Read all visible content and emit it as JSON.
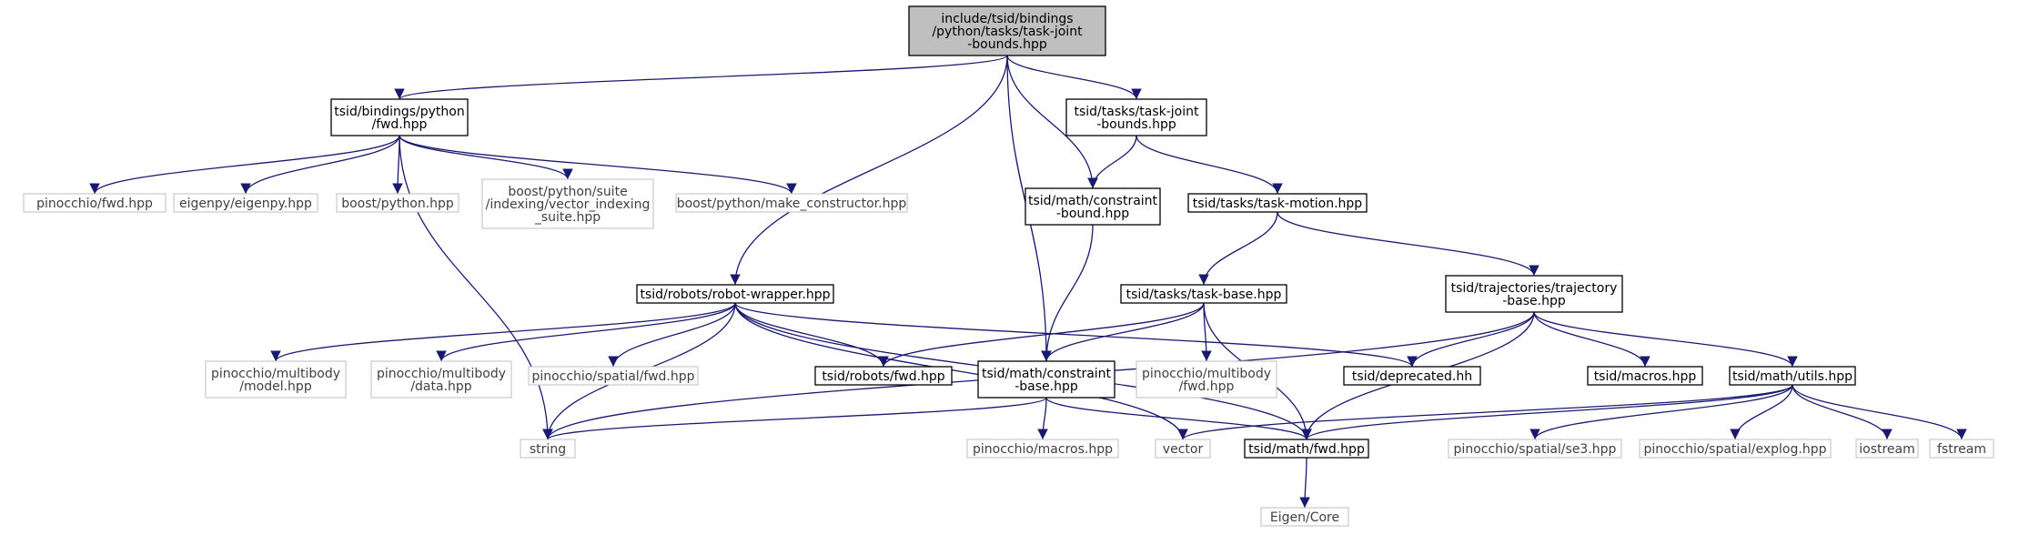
{
  "colors": {
    "edge": "#191970",
    "node_border": "#000000",
    "external_border": "#bfbfbf",
    "root_fill": "#bfbfbf",
    "text_dark": "#000000",
    "text_external": "#404040"
  },
  "nodes": [
    {
      "id": "root",
      "lines": [
        "include/tsid/bindings",
        "/python/tasks/task-joint",
        "-bounds.hpp"
      ],
      "style": "root"
    },
    {
      "id": "py_fwd",
      "lines": [
        "tsid/bindings/python",
        "/fwd.hpp"
      ],
      "style": "internal"
    },
    {
      "id": "tj_bounds",
      "lines": [
        "tsid/tasks/task-joint",
        "-bounds.hpp"
      ],
      "style": "internal"
    },
    {
      "id": "pin_fwd",
      "lines": [
        "pinocchio/fwd.hpp"
      ],
      "style": "external"
    },
    {
      "id": "eigenpy",
      "lines": [
        "eigenpy/eigenpy.hpp"
      ],
      "style": "external"
    },
    {
      "id": "boost_python",
      "lines": [
        "boost/python.hpp"
      ],
      "style": "external"
    },
    {
      "id": "vec_idx",
      "lines": [
        "boost/python/suite",
        "/indexing/vector_indexing",
        "_suite.hpp"
      ],
      "style": "external"
    },
    {
      "id": "make_ctor",
      "lines": [
        "boost/python/make_constructor.hpp"
      ],
      "style": "external"
    },
    {
      "id": "c_bound",
      "lines": [
        "tsid/math/constraint",
        "-bound.hpp"
      ],
      "style": "internal"
    },
    {
      "id": "task_motion",
      "lines": [
        "tsid/tasks/task-motion.hpp"
      ],
      "style": "internal"
    },
    {
      "id": "robot_wrapper",
      "lines": [
        "tsid/robots/robot-wrapper.hpp"
      ],
      "style": "internal"
    },
    {
      "id": "task_base",
      "lines": [
        "tsid/tasks/task-base.hpp"
      ],
      "style": "internal"
    },
    {
      "id": "traj_base",
      "lines": [
        "tsid/trajectories/trajectory",
        "-base.hpp"
      ],
      "style": "internal"
    },
    {
      "id": "pin_model",
      "lines": [
        "pinocchio/multibody",
        "/model.hpp"
      ],
      "style": "external"
    },
    {
      "id": "pin_data",
      "lines": [
        "pinocchio/multibody",
        "/data.hpp"
      ],
      "style": "external"
    },
    {
      "id": "pin_spatial_fwd",
      "lines": [
        "pinocchio/spatial/fwd.hpp"
      ],
      "style": "external"
    },
    {
      "id": "robots_fwd",
      "lines": [
        "tsid/robots/fwd.hpp"
      ],
      "style": "internal"
    },
    {
      "id": "c_base",
      "lines": [
        "tsid/math/constraint",
        "-base.hpp"
      ],
      "style": "internal"
    },
    {
      "id": "pin_mb_fwd",
      "lines": [
        "pinocchio/multibody",
        "/fwd.hpp"
      ],
      "style": "external"
    },
    {
      "id": "deprecated",
      "lines": [
        "tsid/deprecated.hh"
      ],
      "style": "internal"
    },
    {
      "id": "macros",
      "lines": [
        "tsid/macros.hpp"
      ],
      "style": "internal"
    },
    {
      "id": "utils",
      "lines": [
        "tsid/math/utils.hpp"
      ],
      "style": "internal"
    },
    {
      "id": "string",
      "lines": [
        "string"
      ],
      "style": "external"
    },
    {
      "id": "pin_macros",
      "lines": [
        "pinocchio/macros.hpp"
      ],
      "style": "external"
    },
    {
      "id": "vector",
      "lines": [
        "vector"
      ],
      "style": "external"
    },
    {
      "id": "math_fwd",
      "lines": [
        "tsid/math/fwd.hpp"
      ],
      "style": "internal"
    },
    {
      "id": "se3",
      "lines": [
        "pinocchio/spatial/se3.hpp"
      ],
      "style": "external"
    },
    {
      "id": "explog",
      "lines": [
        "pinocchio/spatial/explog.hpp"
      ],
      "style": "external"
    },
    {
      "id": "iostream",
      "lines": [
        "iostream"
      ],
      "style": "external"
    },
    {
      "id": "fstream",
      "lines": [
        "fstream"
      ],
      "style": "external"
    },
    {
      "id": "eigen_core",
      "lines": [
        "Eigen/Core"
      ],
      "style": "external"
    }
  ],
  "edges": [
    [
      "root",
      "py_fwd"
    ],
    [
      "root",
      "tj_bounds"
    ],
    [
      "root",
      "robot_wrapper"
    ],
    [
      "root",
      "c_bound"
    ],
    [
      "root",
      "c_base"
    ],
    [
      "py_fwd",
      "pin_fwd"
    ],
    [
      "py_fwd",
      "eigenpy"
    ],
    [
      "py_fwd",
      "boost_python"
    ],
    [
      "py_fwd",
      "vec_idx"
    ],
    [
      "py_fwd",
      "make_ctor"
    ],
    [
      "py_fwd",
      "string"
    ],
    [
      "tj_bounds",
      "c_bound"
    ],
    [
      "tj_bounds",
      "task_motion"
    ],
    [
      "c_bound",
      "c_base"
    ],
    [
      "task_motion",
      "task_base"
    ],
    [
      "task_motion",
      "traj_base"
    ],
    [
      "robot_wrapper",
      "pin_model"
    ],
    [
      "robot_wrapper",
      "pin_data"
    ],
    [
      "robot_wrapper",
      "pin_spatial_fwd"
    ],
    [
      "robot_wrapper",
      "robots_fwd"
    ],
    [
      "robot_wrapper",
      "deprecated"
    ],
    [
      "robot_wrapper",
      "string"
    ],
    [
      "robot_wrapper",
      "vector"
    ],
    [
      "robot_wrapper",
      "math_fwd"
    ],
    [
      "task_base",
      "robots_fwd"
    ],
    [
      "task_base",
      "c_base"
    ],
    [
      "task_base",
      "pin_mb_fwd"
    ],
    [
      "task_base",
      "math_fwd"
    ],
    [
      "traj_base",
      "deprecated"
    ],
    [
      "traj_base",
      "macros"
    ],
    [
      "traj_base",
      "utils"
    ],
    [
      "traj_base",
      "string"
    ],
    [
      "traj_base",
      "math_fwd"
    ],
    [
      "c_base",
      "string"
    ],
    [
      "c_base",
      "pin_macros"
    ],
    [
      "c_base",
      "math_fwd"
    ],
    [
      "utils",
      "vector"
    ],
    [
      "utils",
      "math_fwd"
    ],
    [
      "utils",
      "se3"
    ],
    [
      "utils",
      "explog"
    ],
    [
      "utils",
      "iostream"
    ],
    [
      "utils",
      "fstream"
    ],
    [
      "math_fwd",
      "eigen_core"
    ]
  ]
}
